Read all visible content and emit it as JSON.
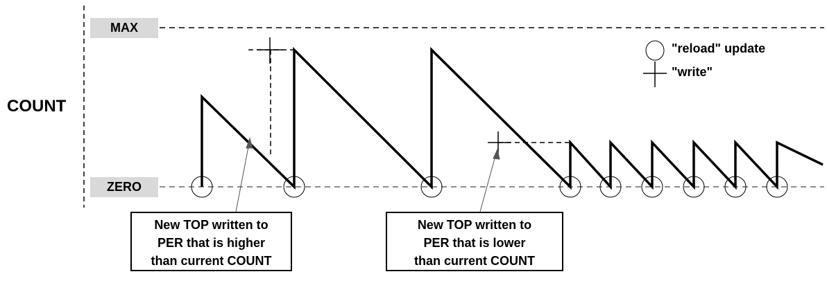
{
  "axis_title": "COUNT",
  "levels": {
    "max": "MAX",
    "zero": "ZERO"
  },
  "legend": {
    "reload": {
      "icon": "circle-icon",
      "label": "\"reload\" update"
    },
    "write": {
      "icon": "crosshair-icon",
      "label": "\"write\""
    }
  },
  "callouts": [
    {
      "lines": [
        "New TOP written to",
        "PER that is higher",
        "than current COUNT"
      ]
    },
    {
      "lines": [
        "New TOP written to",
        "PER that is lower",
        "than current COUNT"
      ]
    }
  ]
}
